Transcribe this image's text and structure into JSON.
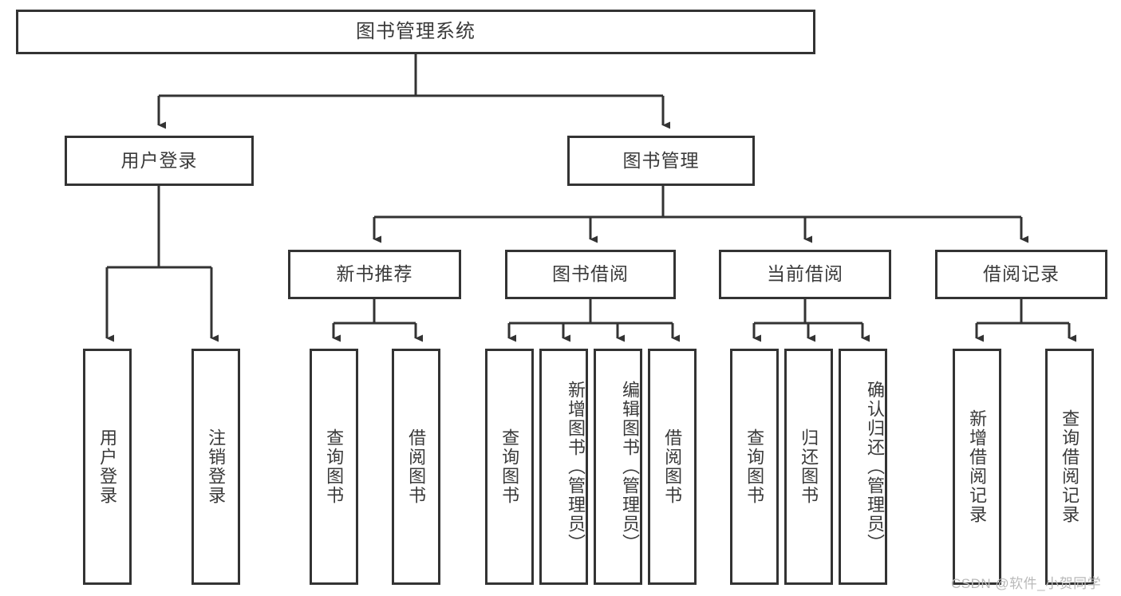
{
  "diagram": {
    "title": "图书管理系统",
    "watermark": "CSDN @软件_小贺同学",
    "colors": {
      "border": "#333333",
      "text": "#3a3a3a",
      "background": "#ffffff",
      "connector": "#333333",
      "watermark": "#b9b9b9"
    },
    "levels": {
      "root": {
        "label": "图书管理系统"
      },
      "level2": [
        {
          "label": "用户登录"
        },
        {
          "label": "图书管理"
        }
      ],
      "level3": [
        {
          "label": "新书推荐"
        },
        {
          "label": "图书借阅"
        },
        {
          "label": "当前借阅"
        },
        {
          "label": "借阅记录"
        }
      ],
      "leaves": {
        "user_login": [
          {
            "label": "用户登录"
          },
          {
            "label": "注销登录"
          }
        ],
        "new_book_recommend": [
          {
            "label": "查询图书"
          },
          {
            "label": "借阅图书"
          }
        ],
        "book_borrow": [
          {
            "label": "查询图书"
          },
          {
            "label": "新增图书（管理员）"
          },
          {
            "label": "编辑图书（管理员）"
          },
          {
            "label": "借阅图书"
          }
        ],
        "current_borrow": [
          {
            "label": "查询图书"
          },
          {
            "label": "归还图书"
          },
          {
            "label": "确认归还（管理员）"
          }
        ],
        "borrow_record": [
          {
            "label": "新增借阅记录"
          },
          {
            "label": "查询借阅记录"
          }
        ]
      }
    }
  }
}
